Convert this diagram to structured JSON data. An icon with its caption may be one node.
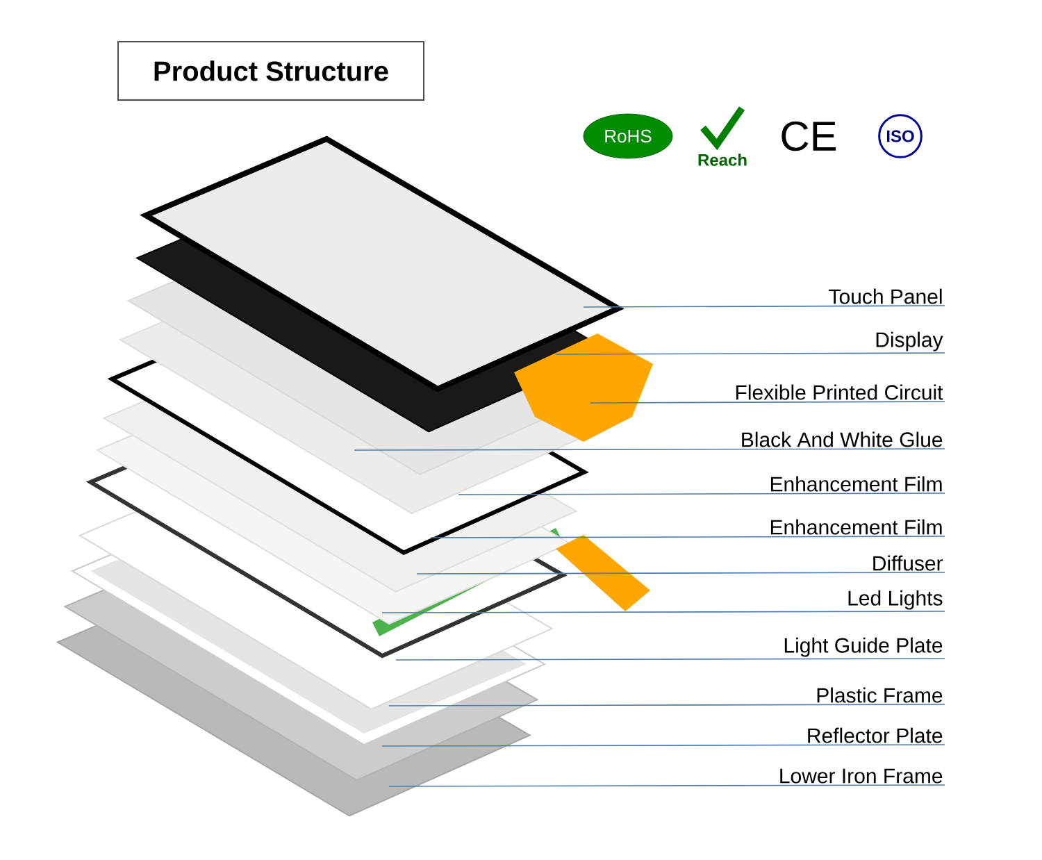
{
  "diagram": {
    "title": "Product Structure",
    "nodes": [
      {
        "text": [
          "Touch Panel"
        ]
      },
      {
        "text": [
          "Display"
        ]
      },
      {
        "text": [
          "Flexible Printed Circuit"
        ]
      },
      {
        "text": [
          "Black And White Glue"
        ]
      },
      {
        "text": [
          "Enhancement Film"
        ]
      },
      {
        "text": [
          "Enhancement Film"
        ]
      },
      {
        "text": [
          "Diffuser"
        ]
      },
      {
        "text": [
          "Led Lights"
        ]
      },
      {
        "text": [
          "Light Guide Plate"
        ]
      },
      {
        "text": [
          "Plastic Frame"
        ]
      },
      {
        "text": [
          "Reflector Plate"
        ]
      },
      {
        "text": [
          "Lower Iron Frame"
        ]
      }
    ],
    "edges": [
      {
        "from": 0,
        "to": null,
        "arrow": "none"
      },
      {
        "from": 1,
        "to": null,
        "arrow": "none"
      },
      {
        "from": 2,
        "to": null,
        "arrow": "none"
      },
      {
        "from": 3,
        "to": null,
        "arrow": "none"
      },
      {
        "from": 4,
        "to": null,
        "arrow": "none"
      },
      {
        "from": 5,
        "to": null,
        "arrow": "none"
      },
      {
        "from": 6,
        "to": null,
        "arrow": "none"
      },
      {
        "from": 7,
        "to": null,
        "arrow": "none"
      },
      {
        "from": 8,
        "to": null,
        "arrow": "none"
      },
      {
        "from": 9,
        "to": null,
        "arrow": "none"
      },
      {
        "from": 10,
        "to": null,
        "arrow": "none"
      },
      {
        "from": 11,
        "to": null,
        "arrow": "none"
      }
    ],
    "labels": [
      "RoHS",
      "Reach",
      "CE",
      "ISO"
    ]
  }
}
